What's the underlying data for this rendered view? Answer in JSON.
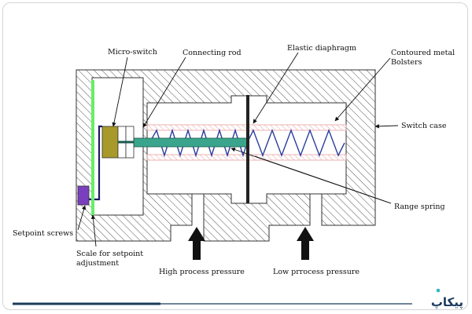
{
  "labels": {
    "micro_switch": "Micro-switch",
    "connecting_rod": "Connecting rod",
    "elastic_diaphragm": "Elastic diaphragm",
    "contoured_line1": "Contoured metal",
    "contoured_line2": "Bolsters",
    "switch_case": "Switch case",
    "range_spring": "Range spring",
    "setpoint_screws": "Setpoint screws",
    "scale_line1": "Scale for setpoint",
    "scale_line2": "adjustment",
    "high_pressure": "High process pressure",
    "low_pressure": "Low prrocess pressure"
  },
  "brand": {
    "text": "پیکاپ"
  },
  "colors": {
    "case_hatch": "#555555",
    "scale_bar": "#66ee66",
    "micro_switch": "#a89a2a",
    "connecting_rod": "#3aa58c",
    "spring": "#2a3f9e",
    "setpoint_screw": "#7a3fbf",
    "bolster_band": "#e8a0a0",
    "footer_line": "#1b3a5c",
    "brand_accent": "#2fb4c8"
  }
}
